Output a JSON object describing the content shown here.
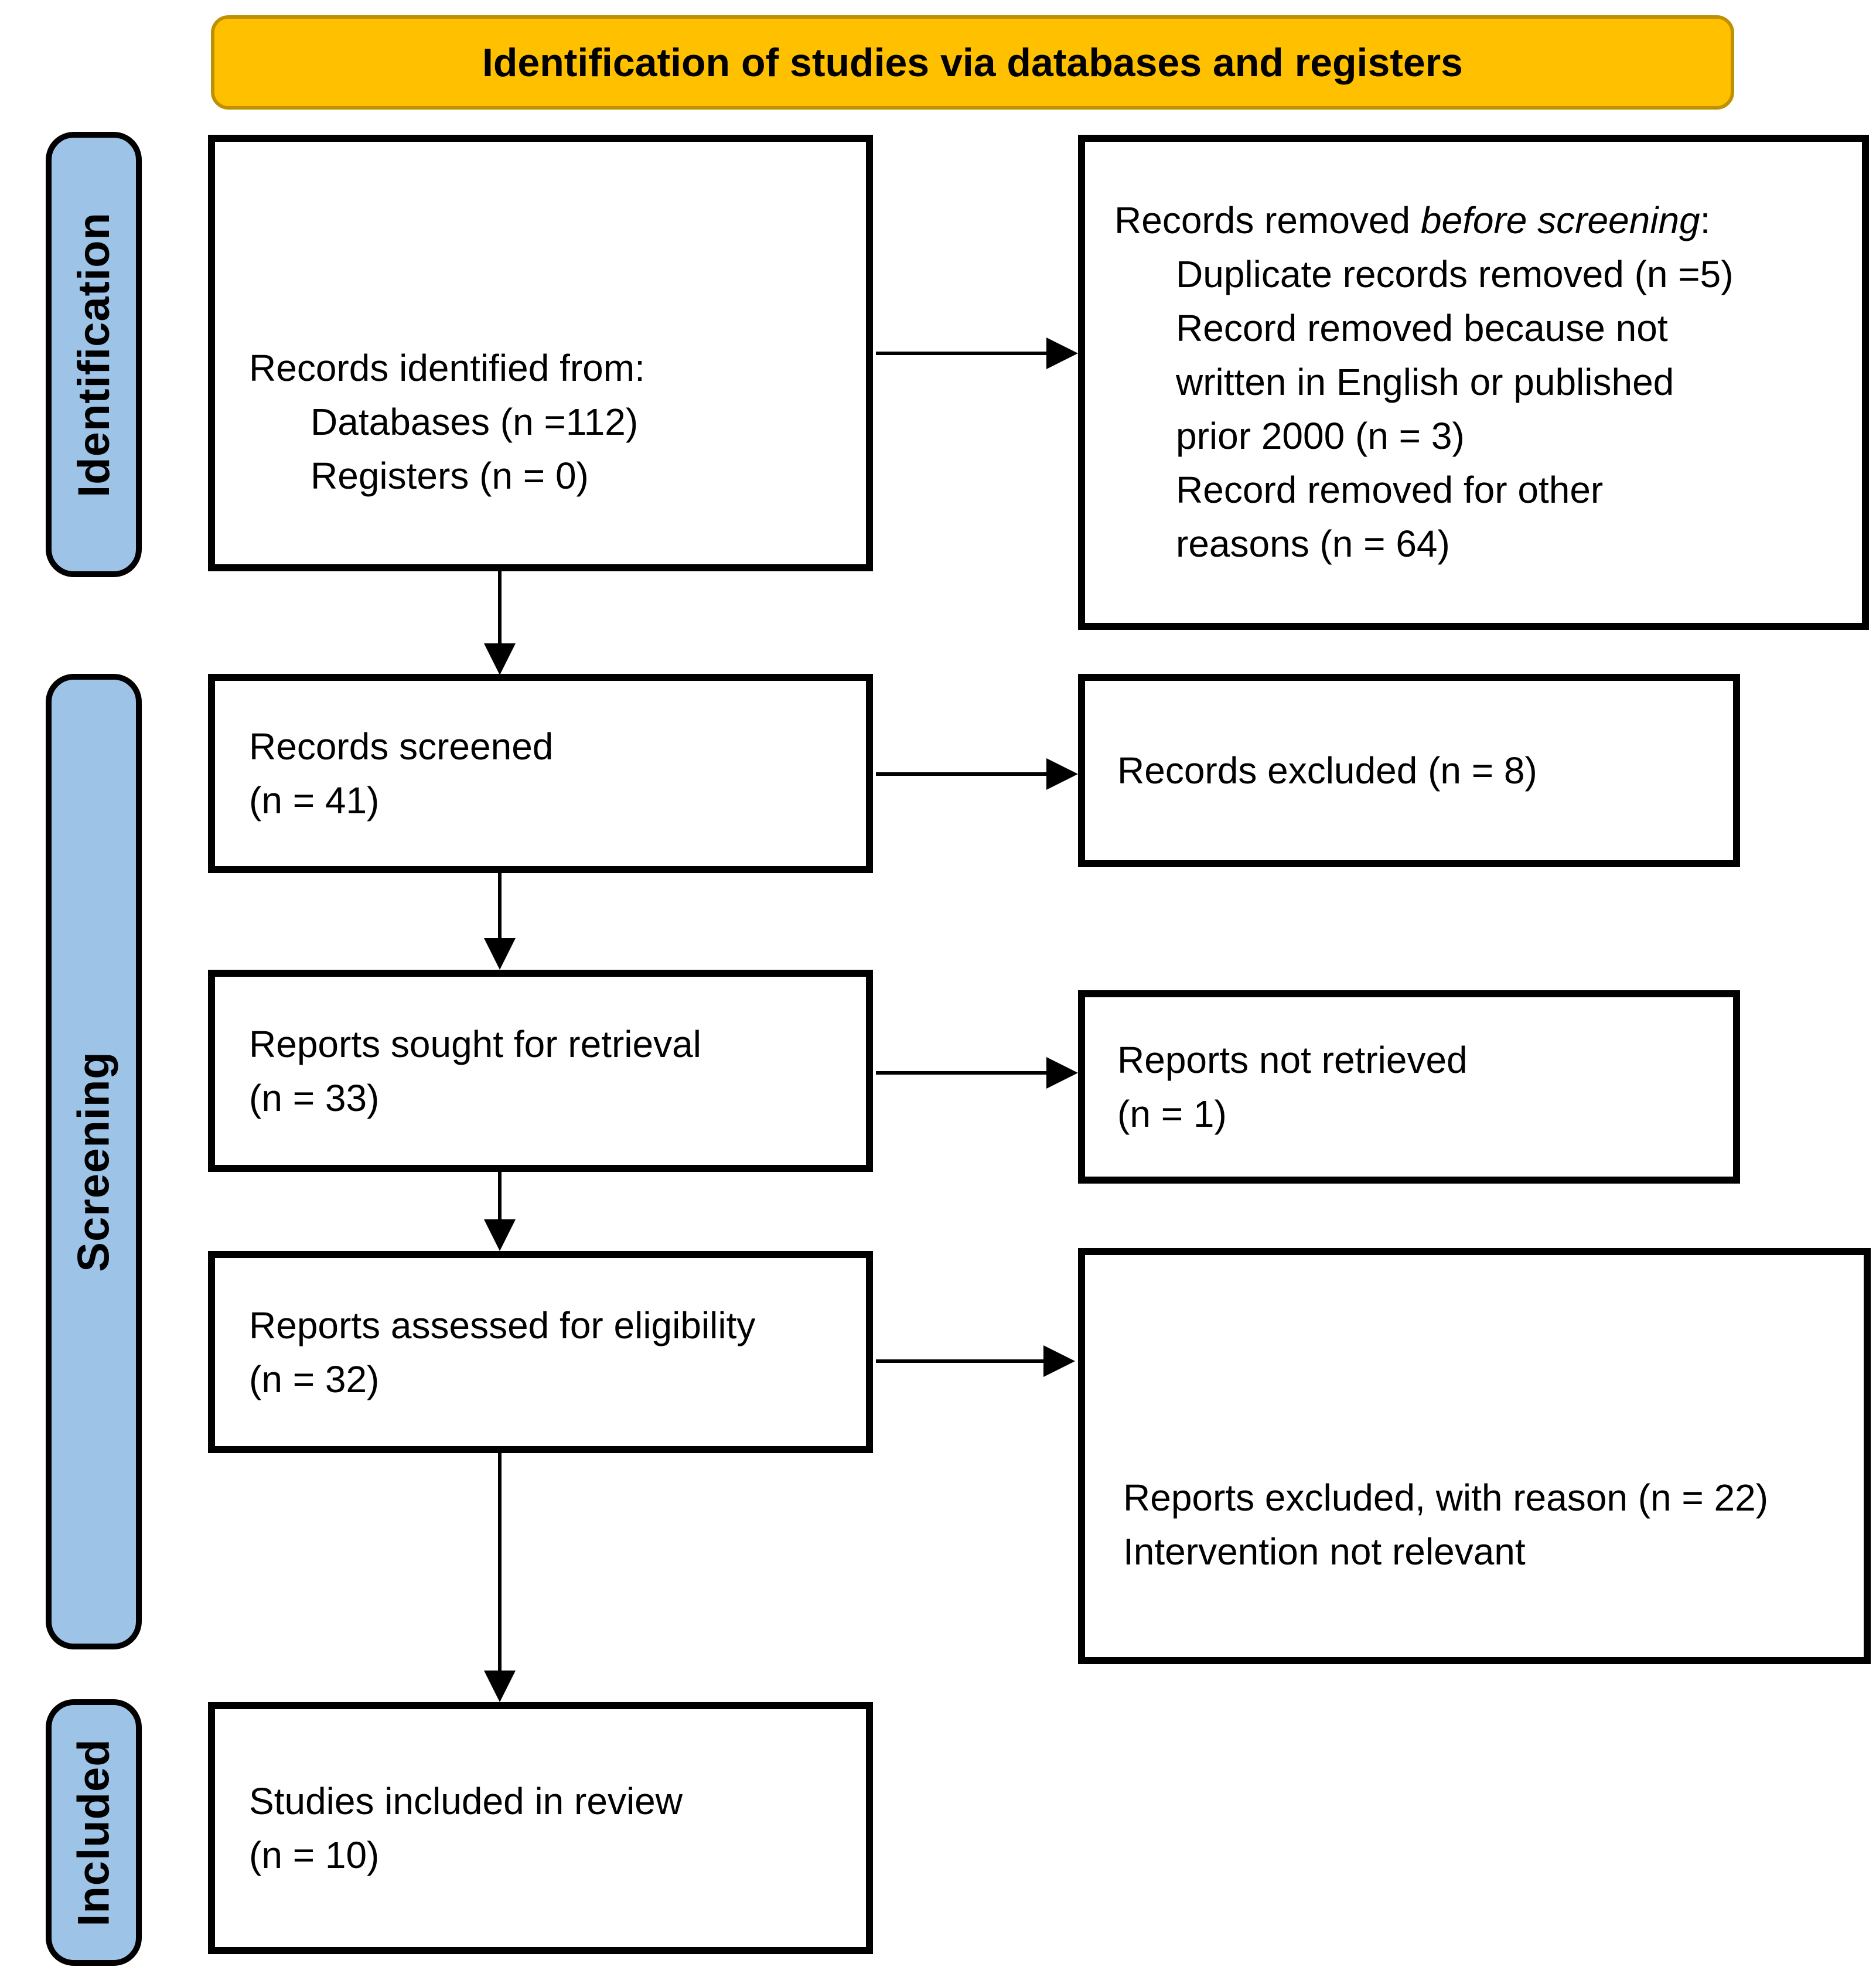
{
  "banner": {
    "title": "Identification of studies via databases and registers"
  },
  "colors": {
    "banner_fill": "#FFC000",
    "banner_border": "#BF9000",
    "stage_fill": "#9DC3E6"
  },
  "stages": {
    "identification": "Identification",
    "screening": "Screening",
    "included": "Included"
  },
  "boxes": {
    "records_identified": {
      "lines": [
        "Records identified from:",
        "Databases (n =112)",
        "Registers (n = 0)"
      ]
    },
    "records_removed": {
      "intro_prefix": "Records removed ",
      "intro_italic": "before screening",
      "intro_suffix": ":",
      "lines": [
        "Duplicate records removed (n =5)",
        "Record removed because not",
        "written in English or published",
        "prior 2000 (n = 3)",
        "Record removed for other",
        "reasons (n = 64)"
      ]
    },
    "records_screened": {
      "lines": [
        "Records screened",
        "(n = 41)"
      ]
    },
    "records_excluded": {
      "lines": [
        "Records excluded (n = 8)"
      ]
    },
    "reports_sought": {
      "lines": [
        "Reports sought for retrieval",
        "(n = 33)"
      ]
    },
    "reports_not_retrieved": {
      "lines": [
        "Reports not retrieved",
        "(n = 1)"
      ]
    },
    "reports_assessed": {
      "lines": [
        "Reports assessed for eligibility",
        "(n = 32)"
      ]
    },
    "reports_excluded": {
      "lines": [
        "Reports excluded, with reason (n = 22)",
        "Intervention not relevant"
      ]
    },
    "studies_included": {
      "lines": [
        "Studies included in review",
        "(n = 10)"
      ]
    }
  }
}
